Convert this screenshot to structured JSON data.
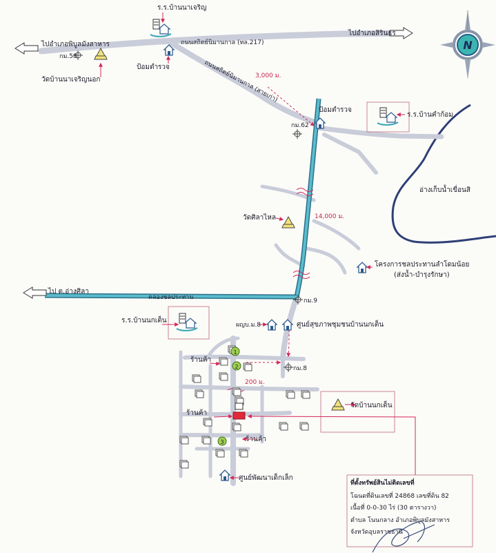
{
  "labels": {
    "school_top": "ร.ร.บ้านนาเจริญ",
    "road_name_main": "ถนนสถิตย์นิมานกาล (ทล.217)",
    "road_name_old": "ถนนสถิตย์นิมานกาล (สายเก่า)",
    "to_west_top": "ไปอำเภอพิบูลมังสาหาร",
    "to_east_top": "ไปอำเภอสิรินธร",
    "km58": "กม.58",
    "temple_nacharoen": "วัดบ้านนาเจริญนอก",
    "police_top": "ป้อมตำรวจ",
    "dist_3000": "3,000 ม.",
    "police_mid": "ป้อมตำรวจ",
    "km62": "กม.62",
    "school_khamkom": "ร.ร.บ้านคำก้อม",
    "reservoir": "อ่างเก็บน้ำเขื่อนสิ",
    "temple_silalai": "วัดศิลาไหล",
    "dist_14000": "14,000 ม.",
    "irrigation_line1": "โครงการชลประทานลำโดมน้อย",
    "irrigation_line2": "(ส่งน้ำ-บำรุงรักษา)",
    "to_west_mid": "ไป ต.อ่างศิลา",
    "canal": "คลองชลประทาน",
    "km9": "กม.9",
    "school_noktoen": "ร.ร.บ้านนกเต็น",
    "health_office": "ผญบ.ม.8",
    "health_center": "ศูนย์สุขภาพชุมชนบ้านนกเต็น",
    "shop_1": "ร้านค้า",
    "km8": "กม.8",
    "dist_200": "200 ม.",
    "temple_noktoen": "วัดบ้านนกเต็น",
    "shop_2": "ร้านค้า",
    "shop_3": "ร้านค้า",
    "child_center": "ศูนย์พัฒนาเด็กเล็ก",
    "marker_1": "1",
    "marker_2": "2",
    "marker_3": "3",
    "compass_n": "N"
  },
  "info_box": {
    "title": "ที่ตั้งทรัพย์สินไม่ติดเลขที่",
    "line1": "โฉนดที่ดินเลขที่   24868   เลขที่ดิน  82",
    "line2": "เนื้อที่ 0-0-30 ไร่  (30  ตารางวา)",
    "line3": "ตำบล โนนกลาง  อำเภอพิบูลมังสาหาร",
    "line4": "จังหวัดอุบลราชธานี"
  },
  "colors": {
    "road": "#c9ccd9",
    "canal": "#5bbccc",
    "canal_edge": "#2a6f8a",
    "reservoir_line": "#2e3f77",
    "accent_red": "#d3285a",
    "property": "#e02a3a",
    "marker": "#9fcf4f"
  }
}
